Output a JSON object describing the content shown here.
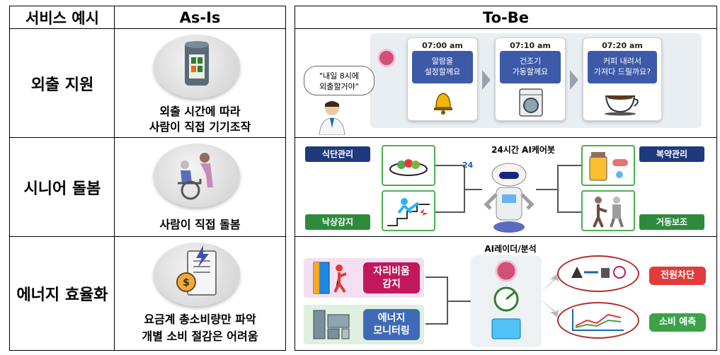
{
  "header": {
    "service_example": "서비스 예시",
    "as_is": "As-Is",
    "to_be": "To-Be"
  },
  "rows": [
    {
      "label": "외출 지원",
      "asis_caption_1": "외출 시간에 따라",
      "asis_caption_2": "사람이 직접 기기조작"
    },
    {
      "label": "시니어 돌봄",
      "asis_caption_1": "사람이 직접 돌봄"
    },
    {
      "label": "에너지 효율화",
      "asis_caption_1": "요금계 총소비량만 파악",
      "asis_caption_2": "개별 소비 절감은 어려움"
    }
  ],
  "tobe1": {
    "speech": "\"내일 8시에\n외출할거야\"",
    "cards": [
      {
        "time": "07:00 am",
        "text": "알람을\n설정할께요",
        "icon": "bell-icon"
      },
      {
        "time": "07:10 am",
        "text": "건조기\n가동할께요",
        "icon": "washer-icon"
      },
      {
        "time": "07:20 am",
        "text": "커피 내려서\n가져다 드릴까요?",
        "icon": "coffee-icon"
      }
    ]
  },
  "tobe2": {
    "title": "24시간 AI케어봇",
    "clock_label": "24",
    "tags": {
      "diet": "식단관리",
      "fall": "낙상감지",
      "medication": "복약관리",
      "mobility": "거동보조"
    }
  },
  "tobe3": {
    "title": "AI레이더/분석",
    "left_boxes": [
      "자리비움\n감지",
      "에너지\n모니터링"
    ],
    "right_tags": [
      "전원차단",
      "소비 예측"
    ]
  },
  "colors": {
    "navy": "#1e3a7c",
    "green": "#2e8b3e",
    "card_blue": "#3c5aa8",
    "red_pill": "#e23b3b",
    "green_pill": "#3ca24a",
    "magenta": "#c2185b"
  }
}
